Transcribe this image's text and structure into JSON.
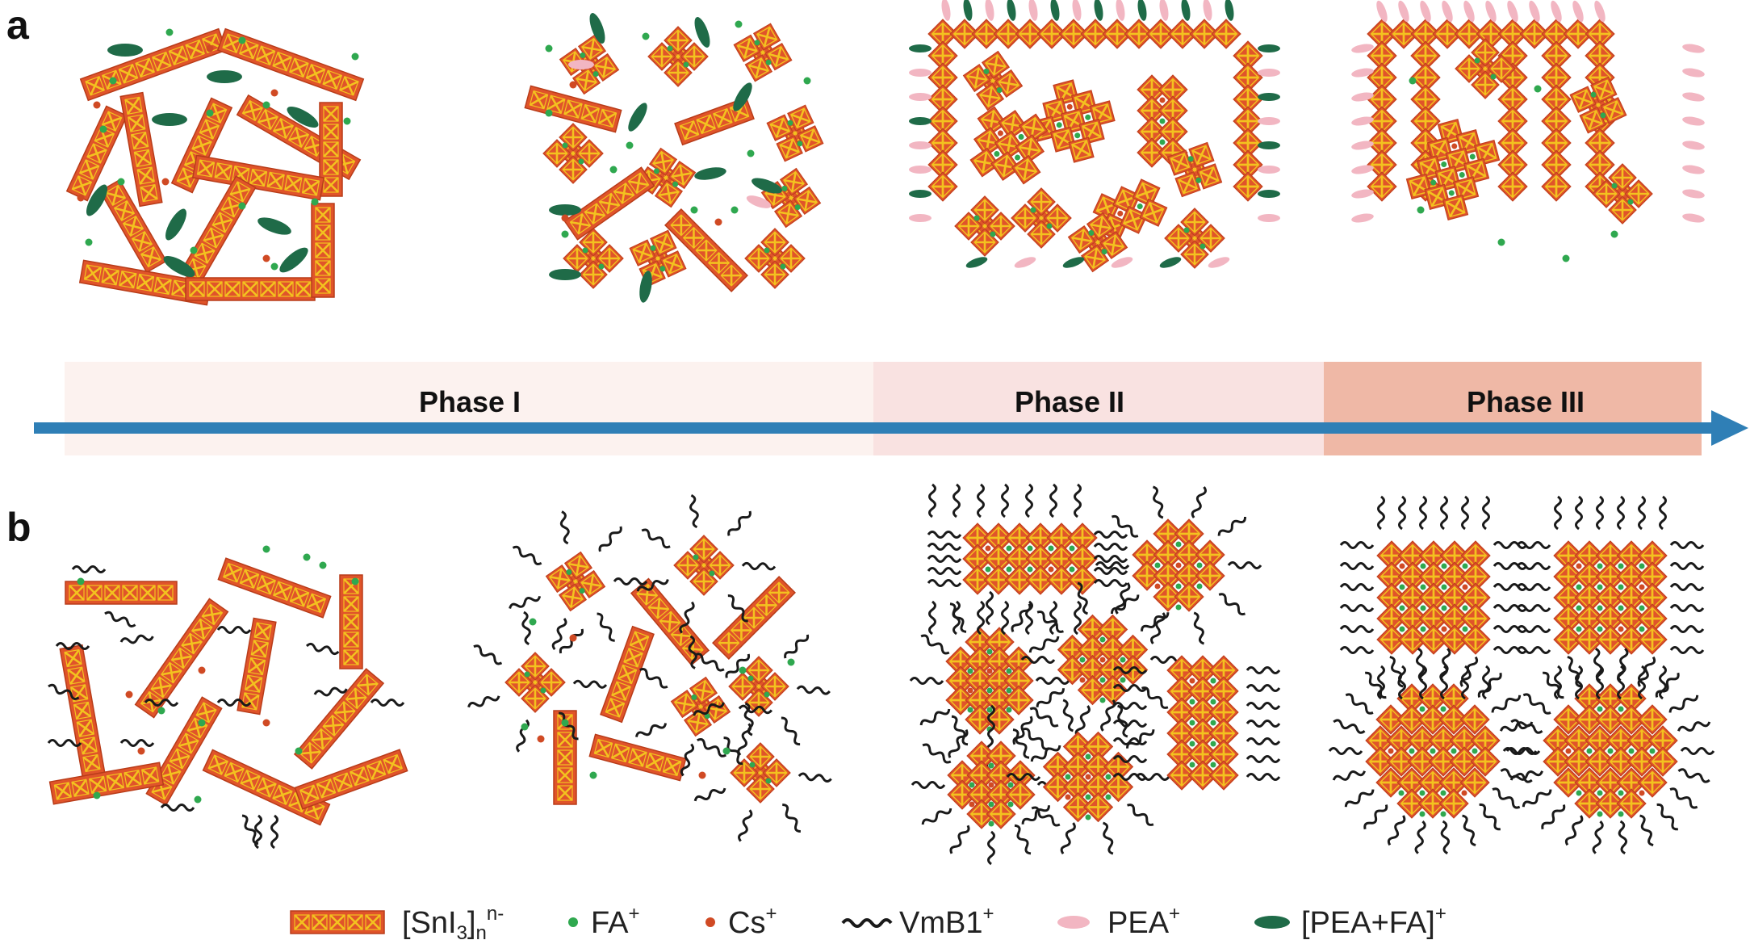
{
  "panels": {
    "a": "a",
    "b": "b"
  },
  "timeline": {
    "phases": [
      {
        "label": "Phase I",
        "color": "#fcf2ef"
      },
      {
        "label": "Phase II",
        "color": "#f9e2e1"
      },
      {
        "label": "Phase III",
        "color": "#efb8a6"
      }
    ],
    "arrow_color": "#2f7fb6"
  },
  "legend": {
    "snI3": {
      "base": "[SnI",
      "sub": "3",
      "close": "]",
      "n": "n",
      "sup": "n-"
    },
    "fa": {
      "text": "FA",
      "sup": "+"
    },
    "cs": {
      "text": "Cs",
      "sup": "+"
    },
    "vmb1": {
      "text": "VmB1",
      "sup": "+"
    },
    "pea": {
      "text": "PEA",
      "sup": "+"
    },
    "peafa": {
      "text": "[PEA+FA]",
      "sup": "+"
    }
  },
  "colors": {
    "octa_fill": "#e0542a",
    "octa_inner": "#f3c21f",
    "fa": "#2fa84f",
    "cs": "#d04a24",
    "pea": "#f2b6c2",
    "peafa": "#1f6b48",
    "ligand": "#1a1a1a"
  }
}
